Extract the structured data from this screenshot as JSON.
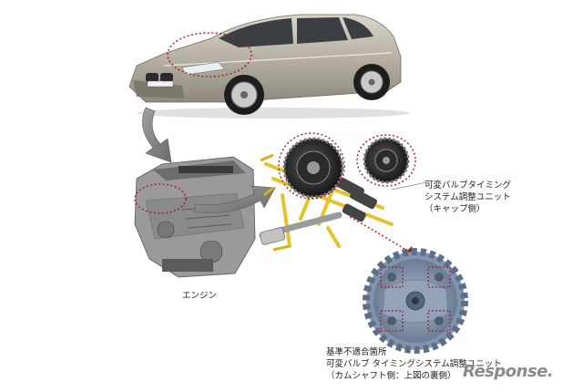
{
  "labels": {
    "vvt_unit": [
      "可変バルブタイミング",
      "システム調整ユニット",
      "（キャップ側）"
    ],
    "engine": "エンジン",
    "defect": [
      "基準不適合箇所",
      "可変バルブ タイミングシステム調整ユニット",
      "（カムシャフト側：上図の裏側）"
    ]
  },
  "watermark": "Response.",
  "colors": {
    "highlight_circle": "#a0202a",
    "arrow": "#7c7c7c",
    "car_body": "#b8b3a6",
    "gear_blue": "#7d8fa8",
    "rail_yellow": "#e3c42b"
  }
}
